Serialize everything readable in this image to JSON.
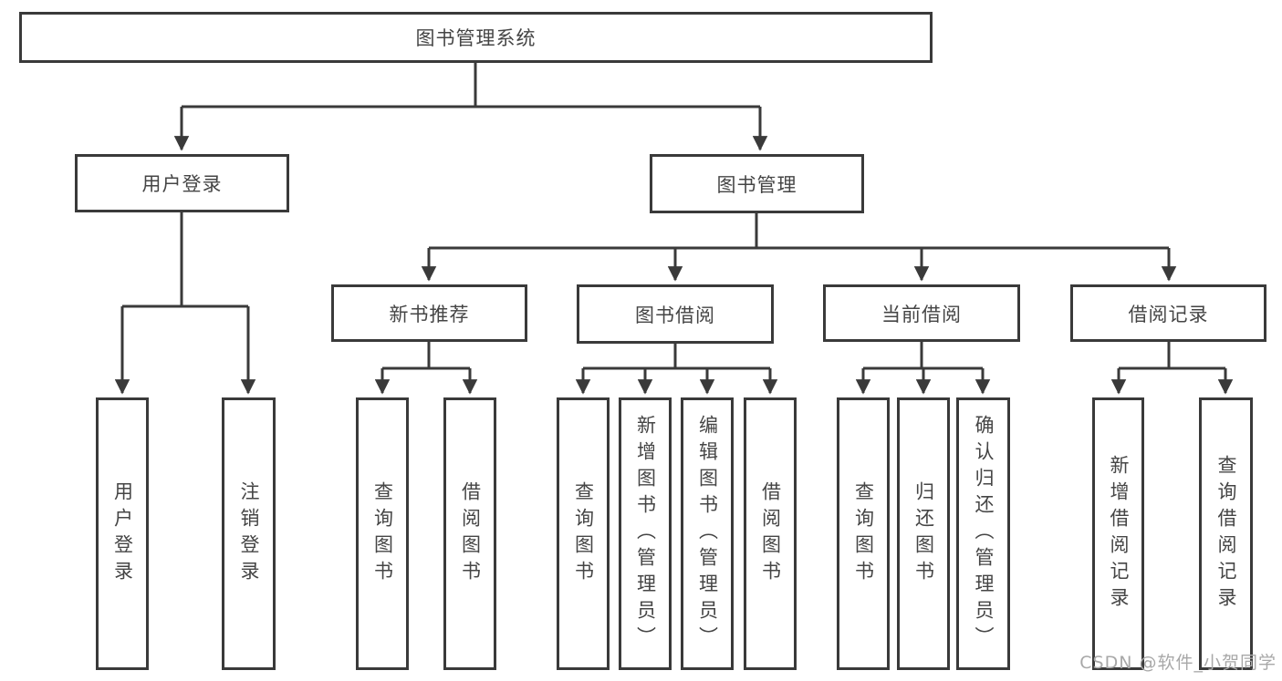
{
  "tree": {
    "root": "图书管理系统",
    "branches": [
      {
        "label": "用户登录",
        "leaves": [
          "用户登录",
          "注销登录"
        ]
      },
      {
        "label": "图书管理",
        "groups": [
          {
            "label": "新书推荐",
            "leaves": [
              "查询图书",
              "借阅图书"
            ]
          },
          {
            "label": "图书借阅",
            "leaves": [
              "查询图书",
              "新增图书（管理员）",
              "编辑图书（管理员）",
              "借阅图书"
            ]
          },
          {
            "label": "当前借阅",
            "leaves": [
              "查询图书",
              "归还图书",
              "确认归还（管理员）"
            ]
          },
          {
            "label": "借阅记录",
            "leaves": [
              "新增借阅记录",
              "查询借阅记录"
            ]
          }
        ]
      }
    ]
  },
  "watermark": "CSDN @软件_小贺同学",
  "colors": {
    "line": "#3a3a3a",
    "text": "#454545",
    "watermark": "#a8a8a8",
    "background": "#ffffff"
  }
}
